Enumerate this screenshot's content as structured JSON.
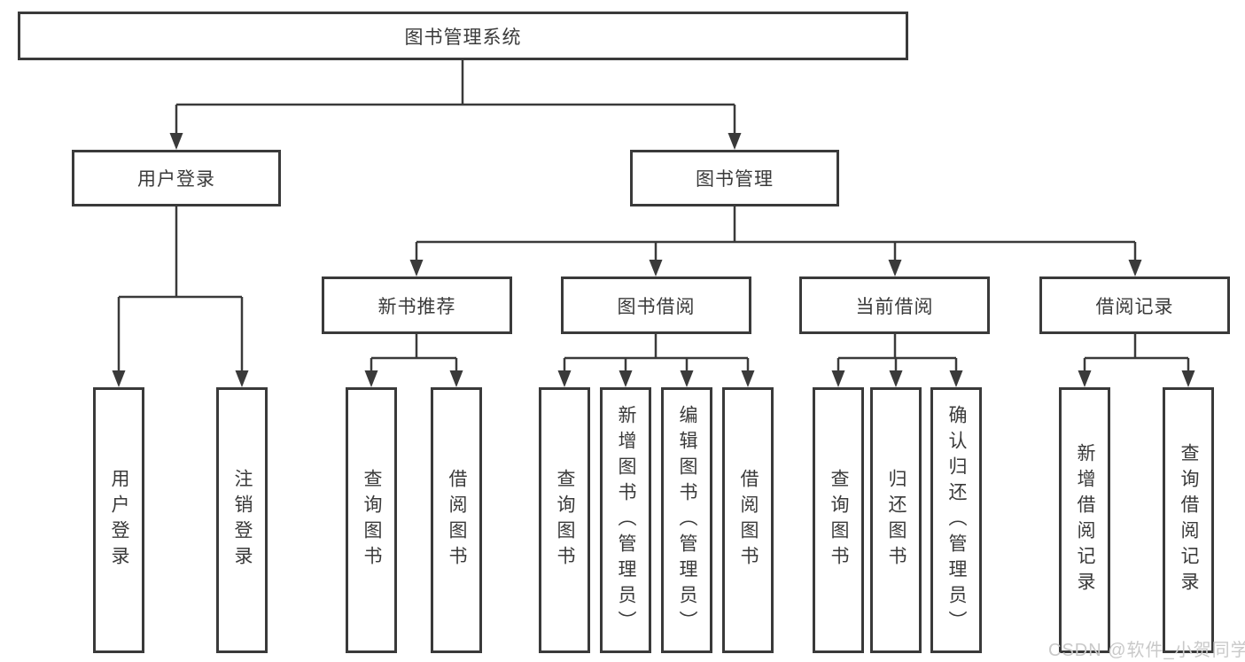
{
  "diagram": {
    "root": {
      "label": "图书管理系统"
    },
    "level2": [
      {
        "label": "用户登录",
        "children": [
          {
            "label": "用户登录"
          },
          {
            "label": "注销登录"
          }
        ]
      },
      {
        "label": "图书管理",
        "children": [
          {
            "label": "新书推荐",
            "children": [
              {
                "label": "查询图书"
              },
              {
                "label": "借阅图书"
              }
            ]
          },
          {
            "label": "图书借阅",
            "children": [
              {
                "label": "查询图书"
              },
              {
                "label": "新增图书（管理员）"
              },
              {
                "label": "编辑图书（管理员）"
              },
              {
                "label": "借阅图书"
              }
            ]
          },
          {
            "label": "当前借阅",
            "children": [
              {
                "label": "查询图书"
              },
              {
                "label": "归还图书"
              },
              {
                "label": "确认归还（管理员）"
              }
            ]
          },
          {
            "label": "借阅记录",
            "children": [
              {
                "label": "新增借阅记录"
              },
              {
                "label": "查询借阅记录"
              }
            ]
          }
        ]
      }
    ]
  },
  "watermark": {
    "text": "CSDN @软件_小贺同学"
  },
  "colors": {
    "line": "#3a3a3a",
    "border": "#3a3a3a",
    "text": "#3a3a3a",
    "watermark": "#c9c9c9",
    "background": "#ffffff"
  }
}
